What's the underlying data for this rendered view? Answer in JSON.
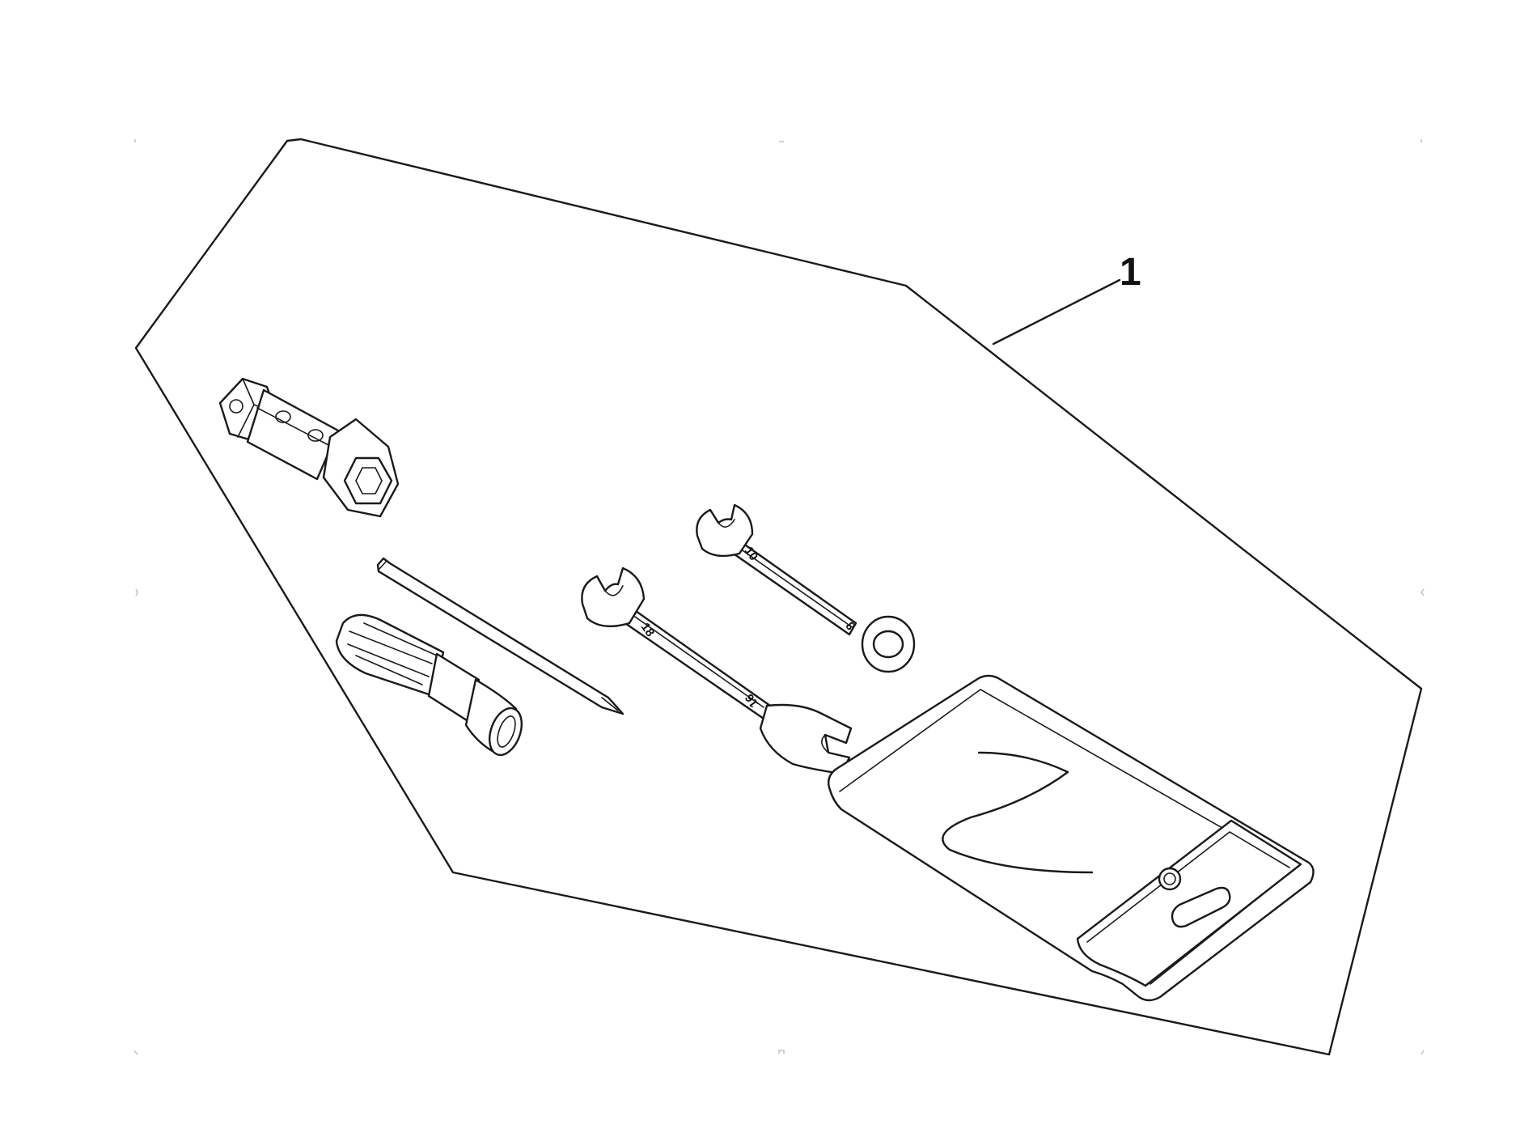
{
  "callouts": [
    {
      "number": "1"
    }
  ],
  "wrench_large": {
    "size_a": "18",
    "size_b": "16"
  },
  "wrench_small": {
    "size_a": "10",
    "size_b": "8"
  },
  "pouch": {
    "mark": "Z"
  }
}
